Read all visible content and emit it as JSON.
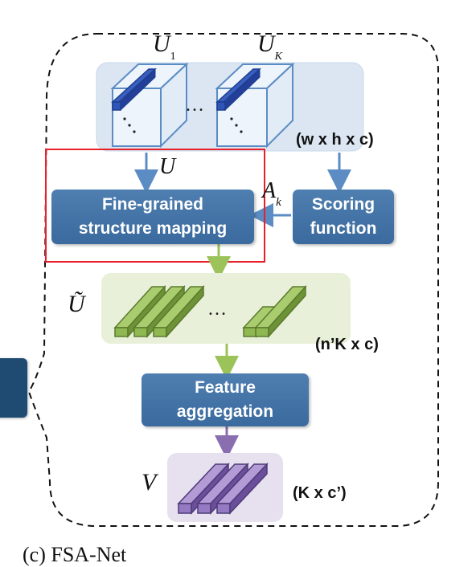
{
  "labels": {
    "u1_main": "U",
    "u1_sub": "1",
    "uk_main": "U",
    "uk_sub": "K",
    "u_arrow": "U",
    "ak_main": "A",
    "ak_sub": "k",
    "u_tilde": "Ũ",
    "v": "V",
    "dots_top": "…",
    "dots_mid": "…"
  },
  "boxes": {
    "fine_grained": "Fine-grained\nstructure mapping",
    "scoring": "Scoring\nfunction",
    "aggregation": "Feature\naggregation"
  },
  "dims": {
    "input": "(w x h x c)",
    "mapped": "(n’K x c)",
    "output": "(K x c’)"
  },
  "caption": "(c) FSA-Net",
  "colors": {
    "box_blue": "#3f6fa2",
    "highlight_red": "#e8202a",
    "green_arrow": "#9cc35a",
    "purple_arrow": "#8a6fb0",
    "blue_arrow": "#5b8cc4"
  }
}
